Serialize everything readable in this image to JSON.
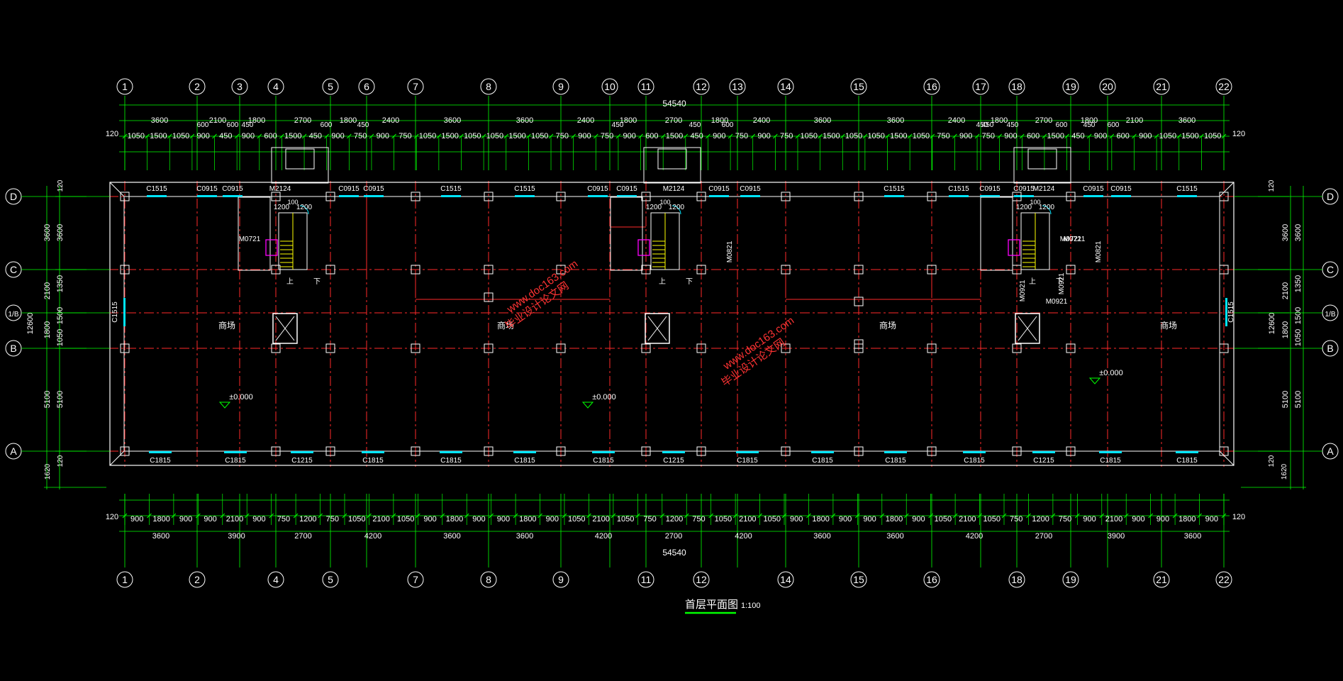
{
  "drawing": {
    "title": "首层平面图",
    "scale": "1:100",
    "total_dimension": "54540",
    "wall_offset": "120"
  },
  "colors": {
    "background": "#000000",
    "dimension": "#00ff00",
    "axis_bubble": "#ffffff",
    "wall": "#ffffff",
    "grid_axis": "#ff2a2a",
    "window": "#00e5ff",
    "door": "#00e5ff",
    "text": "#ffffff",
    "stair": "#ffff00",
    "fixture": "#ff00ff",
    "watermark": "#ff3333",
    "title_underline": "#00ff00"
  },
  "axes_x": [
    "1",
    "2",
    "3",
    "4",
    "5",
    "6",
    "7",
    "8",
    "9",
    "10",
    "11",
    "12",
    "13",
    "14",
    "15",
    "16",
    "17",
    "18",
    "19",
    "20",
    "21",
    "22"
  ],
  "axes_x_bottom": [
    "1",
    "2",
    "4",
    "5",
    "7",
    "8",
    "9",
    "11",
    "12",
    "14",
    "15",
    "16",
    "18",
    "19",
    "21",
    "22"
  ],
  "axes_y": [
    "D",
    "C",
    "1/B",
    "B",
    "A"
  ],
  "top_dims_major": [
    "3600",
    "2100",
    "1800",
    "2700",
    "1800",
    "2400",
    "3600",
    "3600",
    "2400",
    "1800",
    "2700",
    "1800",
    "2400",
    "3600",
    "3600",
    "2400",
    "1800",
    "2700",
    "1800",
    "2100",
    "3600"
  ],
  "top_dims_minor": [
    "1050",
    "1500",
    "1050",
    "900",
    "450",
    "900",
    "600",
    "1500",
    "450",
    "900",
    "750",
    "900",
    "750",
    "1050",
    "1500",
    "1050",
    "1050",
    "1500",
    "1050",
    "750",
    "900",
    "750",
    "900",
    "600",
    "1500",
    "450",
    "900",
    "750",
    "900",
    "750",
    "1050",
    "1500",
    "1050",
    "1050",
    "1500",
    "1050",
    "750",
    "900",
    "750",
    "900",
    "600",
    "1500",
    "450",
    "900",
    "600",
    "900",
    "1050",
    "1500",
    "1050"
  ],
  "top_dims_small": [
    "600",
    "600",
    "450",
    "600",
    "450",
    "450",
    "450",
    "600",
    "450",
    "450",
    "450",
    "600",
    "450",
    "600"
  ],
  "bottom_dims_major": [
    "3600",
    "3900",
    "2700",
    "4200",
    "3600",
    "3600",
    "4200",
    "2700",
    "4200",
    "3600",
    "3600",
    "4200",
    "2700",
    "3900",
    "3600"
  ],
  "bottom_dims_minor": [
    "900",
    "1800",
    "900",
    "900",
    "2100",
    "900",
    "750",
    "1200",
    "750",
    "1050",
    "2100",
    "1050",
    "900",
    "1800",
    "900",
    "900",
    "1800",
    "900",
    "1050",
    "2100",
    "1050",
    "750",
    "1200",
    "750",
    "1050",
    "2100",
    "1050",
    "900",
    "1800",
    "900",
    "900",
    "1800",
    "900",
    "1050",
    "2100",
    "1050",
    "750",
    "1200",
    "750",
    "900",
    "2100",
    "900",
    "900",
    "1800",
    "900"
  ],
  "side_dims_outer": [
    "3600",
    "2100",
    "1800",
    "5100"
  ],
  "side_dims_inner": [
    "3600",
    "1350",
    "1500",
    "1050",
    "5100"
  ],
  "side_total": "12600",
  "side_offsets": [
    "120",
    "120",
    "1620"
  ],
  "windows_top": [
    "C1515",
    "C0915",
    "C0915",
    "M2124",
    "C0915",
    "C0915",
    "C1515",
    "C1515",
    "C0915",
    "C0915",
    "M2124",
    "C0915",
    "C0915",
    "C1515",
    "C1515",
    "C0915",
    "C0915",
    "M2124",
    "C0915",
    "C0915",
    "C1515"
  ],
  "windows_bottom": [
    "C1815",
    "C1815",
    "C1215",
    "C1815",
    "C1815",
    "C1815",
    "C1815",
    "C1215",
    "C1815",
    "C1815",
    "C1815",
    "C1815",
    "C1215",
    "C1815",
    "C1815"
  ],
  "windows_side": [
    "C1515",
    "C1515"
  ],
  "doors": [
    "M0721",
    "M0721",
    "M0721",
    "M0821",
    "M0821",
    "M0921",
    "M0921",
    "M0921"
  ],
  "stair_dims": [
    "1200",
    "1200",
    "100"
  ],
  "rooms": [
    "商场",
    "商场",
    "商场",
    "商场"
  ],
  "elevations": [
    "±0.000",
    "±0.000",
    "±0.000"
  ],
  "stair_labels": [
    "上",
    "下"
  ],
  "watermark": {
    "brand": "毕业设计论文网",
    "url": "www.doc163.com"
  }
}
